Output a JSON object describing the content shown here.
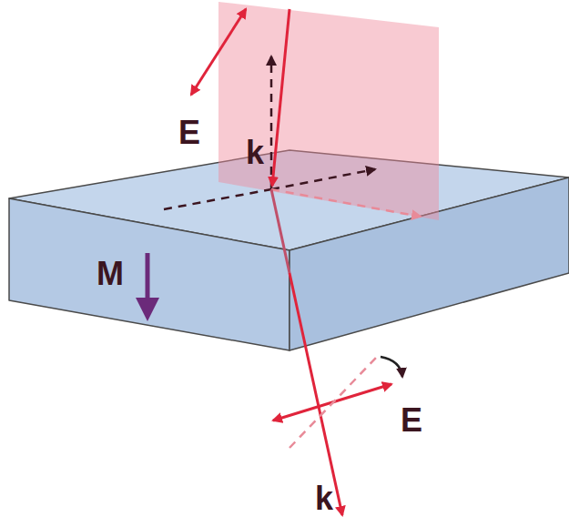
{
  "diagram": {
    "nodes": [
      {
        "text": [
          "M"
        ]
      }
    ],
    "labels": [
      "E",
      "k",
      "E",
      "k"
    ]
  }
}
